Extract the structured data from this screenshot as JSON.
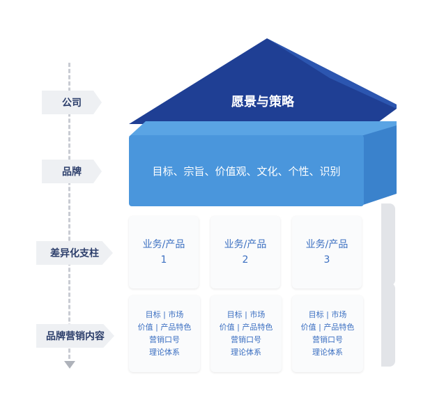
{
  "levels": {
    "company": "公司",
    "brand": "品牌",
    "pillars": "差异化支柱",
    "content": "品牌营销内容"
  },
  "roof": {
    "title": "愿景与策略"
  },
  "brand": {
    "text": "目标、宗旨、价值观、文化、个性、识别"
  },
  "pillars": [
    {
      "line1": "业务/产品",
      "line2": "1"
    },
    {
      "line1": "业务/产品",
      "line2": "2"
    },
    {
      "line1": "业务/产品",
      "line2": "3"
    }
  ],
  "contents": [
    {
      "l1": "目标 | 市场",
      "l2": "价值 | 产品特色",
      "l3": "营销口号",
      "l4": "理论体系"
    },
    {
      "l1": "目标 | 市场",
      "l2": "价值 | 产品特色",
      "l3": "营销口号",
      "l4": "理论体系"
    },
    {
      "l1": "目标 | 市场",
      "l2": "价值 | 产品特色",
      "l3": "营销口号",
      "l4": "理论体系"
    }
  ],
  "colors": {
    "roof_dark": "#1f3f94",
    "roof_light": "#2c56b0",
    "brand_front": "#4a96dc",
    "brand_side": "#3a82cc",
    "text_blue": "#3b6fc1"
  }
}
